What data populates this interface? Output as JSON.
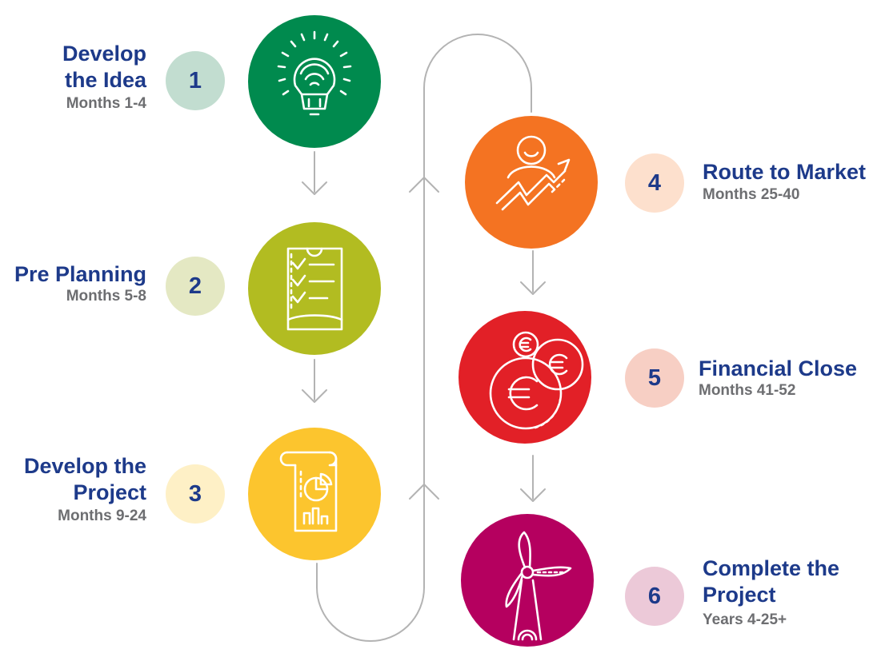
{
  "steps": [
    {
      "number": "1",
      "title_lines": [
        "Develop",
        "the Idea"
      ],
      "period": "Months 1-4",
      "icon": "lightbulb-icon",
      "circle_color": "#008a4e",
      "badge_color": "#c2ddd0"
    },
    {
      "number": "2",
      "title_lines": [
        "Pre Planning"
      ],
      "period": "Months 5-8",
      "icon": "checklist-icon",
      "circle_color": "#b2bc21",
      "badge_color": "#e4e8c3"
    },
    {
      "number": "3",
      "title_lines": [
        "Develop the",
        "Project"
      ],
      "period": "Months 9-24",
      "icon": "report-chart-icon",
      "circle_color": "#fcc52e",
      "badge_color": "#fef0c6"
    },
    {
      "number": "4",
      "title_lines": [
        "Route to Market"
      ],
      "period": "Months 25-40",
      "icon": "person-growth-icon",
      "circle_color": "#f47322",
      "badge_color": "#fde0cd"
    },
    {
      "number": "5",
      "title_lines": [
        "Financial Close"
      ],
      "period": "Months 41-52",
      "icon": "euro-coins-icon",
      "circle_color": "#e22027",
      "badge_color": "#f7cfc4"
    },
    {
      "number": "6",
      "title_lines": [
        "Complete the",
        "Project"
      ],
      "period": "Years 4-25+",
      "icon": "wind-turbine-icon",
      "circle_color": "#b5005f",
      "badge_color": "#ecc9d8"
    }
  ],
  "line_color": "#b3b3b3"
}
